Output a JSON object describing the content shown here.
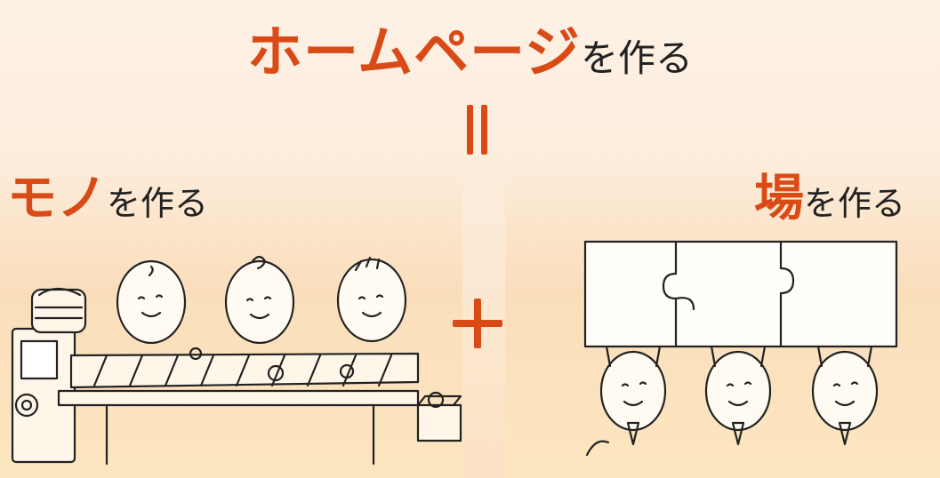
{
  "title": {
    "highlight": "ホームページ",
    "suffix": "を作る"
  },
  "equals_symbol": "||",
  "left": {
    "highlight": "モノ",
    "suffix": "を作る"
  },
  "plus_symbol": "+",
  "right": {
    "highlight": "場",
    "suffix": "を作る"
  },
  "colors": {
    "accent": "#d94a16",
    "text": "#222222",
    "background": "#fcebd8"
  },
  "illustrations": {
    "left": "assembly-line-characters",
    "right": "puzzle-lifting-characters"
  }
}
